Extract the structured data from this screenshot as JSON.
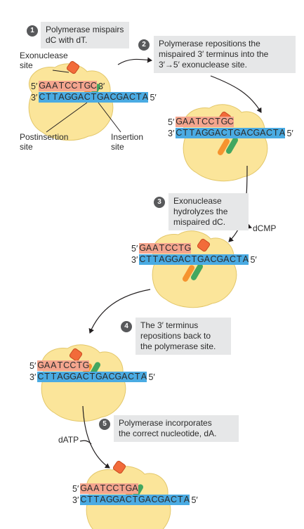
{
  "steps": [
    {
      "num": "1",
      "text_lines": [
        "Polymerase mispairs",
        "dC with dT."
      ]
    },
    {
      "num": "2",
      "text_lines": [
        "Polymerase repositions the",
        "mispaired 3′ terminus into the",
        "3′→5′ exonuclease site."
      ]
    },
    {
      "num": "3",
      "text_lines": [
        "Exonuclease",
        "hydrolyzes the",
        "mispaired dC."
      ]
    },
    {
      "num": "4",
      "text_lines": [
        "The 3′ terminus",
        "repositions back to",
        "the polymerase site."
      ]
    },
    {
      "num": "5",
      "text_lines": [
        "Polymerase incorporates",
        "the correct nucleotide, dA."
      ]
    }
  ],
  "labels": {
    "exonuclease_site": [
      "Exonuclease",
      "site"
    ],
    "postinsertion_site": [
      "Postinsertion",
      "site"
    ],
    "insertion_site": [
      "Insertion",
      "site"
    ],
    "dcmp": "dCMP",
    "datp": "dATP"
  },
  "strand_end_labels": {
    "five_prime": "5′",
    "three_prime": "3′"
  },
  "sequences": {
    "panel1": {
      "top": "GAATCCTGC",
      "bottom": "CTTAGGACTGACGACTA"
    },
    "panel2": {
      "top": "GAATCCTGC",
      "bottom": "CTTAGGACTGACGACTA"
    },
    "panel3": {
      "top": "GAATCCTG",
      "bottom": "CTTAGGACTGACGACTA"
    },
    "panel4": {
      "top": "GAATCCTG",
      "bottom": "CTTAGGACTGACGACTA"
    },
    "panel5": {
      "top": "GAATCCTGA",
      "bottom": "CTTAGGACTGACGACTA"
    }
  },
  "colors": {
    "polymerase": "#fbe59a",
    "polymerase_edge": "#e3c76a",
    "template_strand": "#4aabe3",
    "primer_strand": "#f4a58e",
    "exonuclease_site": "#f26b3a",
    "insertion_site": "#2ea05a",
    "postinsertion_site": "#f58a23",
    "step_box": "#e6e7e8",
    "arrow": "#231f20"
  }
}
